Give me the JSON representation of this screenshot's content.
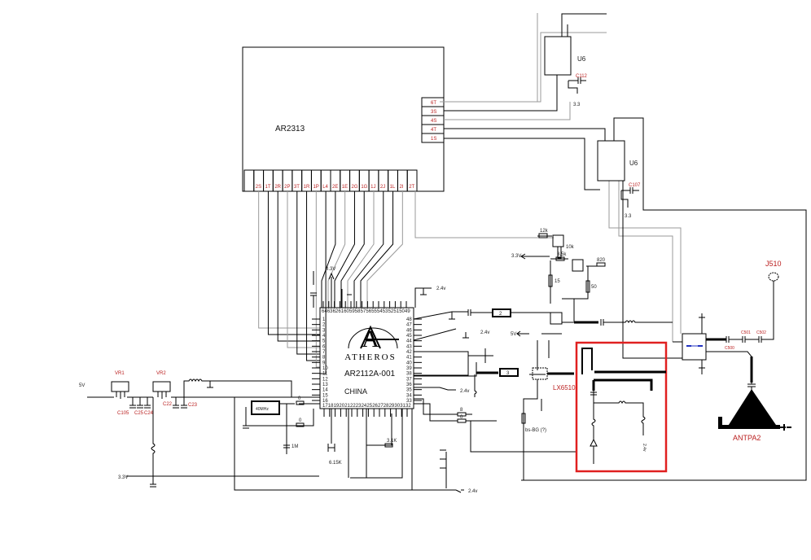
{
  "ar2313": {
    "label": "AR2313",
    "right_pins": [
      "6T",
      "3S",
      "4S",
      "4T",
      "1S"
    ],
    "bottom_pins": [
      "",
      "2S",
      "1T",
      "2R",
      "2P",
      "3T",
      "1R",
      "1P",
      "L4",
      "2E",
      "1E",
      "2G",
      "1G",
      "1J",
      "2J",
      "1L",
      "2I",
      "2T"
    ]
  },
  "ar2112": {
    "logo_letter": "A",
    "brand": "ATHEROS",
    "part": "AR2112A-001",
    "origin": "CHINA",
    "left_pins": [
      "1",
      "2",
      "3",
      "4",
      "5",
      "6",
      "7",
      "8",
      "9",
      "10",
      "11",
      "12",
      "13",
      "14",
      "15",
      "16"
    ],
    "right_pins": [
      "48",
      "47",
      "46",
      "45",
      "44",
      "43",
      "42",
      "41",
      "40",
      "39",
      "38",
      "37",
      "36",
      "35",
      "34",
      "33"
    ],
    "top_pins": [
      "64",
      "63",
      "62",
      "61",
      "60",
      "59",
      "58",
      "57",
      "56",
      "55",
      "54",
      "53",
      "52",
      "51",
      "50",
      "49"
    ],
    "bottom_pins": [
      "17",
      "18",
      "19",
      "20",
      "21",
      "22",
      "23",
      "24",
      "25",
      "26",
      "27",
      "28",
      "29",
      "30",
      "31",
      "32"
    ]
  },
  "u6_top": {
    "label": "U6",
    "cap": "C112",
    "gnd": "3.3"
  },
  "u6_bottom": {
    "label": "U6",
    "cap": "C107",
    "gnd": "3.3"
  },
  "power": {
    "input": "5V",
    "vr1": "VR1",
    "vr2": "VR2",
    "caps": [
      "C105",
      "C25",
      "C24"
    ],
    "c22": "C22",
    "c23": "C23",
    "rail": "3.3V"
  },
  "nets": {
    "v33_top": "3.3V",
    "v33_rf": "3.3V",
    "v24_a": "2.4v",
    "v24_b": "2.4v",
    "v24_c": "2.4v",
    "v24_d": "2.4v",
    "v5": "5V"
  },
  "parts": {
    "crystal": "40MHz",
    "r0a": "0",
    "r0b": "0",
    "r31k": "3.1K",
    "r615k": "6.15K",
    "c1m": "1M",
    "r10k": "10k",
    "r35k": "3.5k",
    "r15": "15",
    "r820": "820",
    "r50": "50",
    "r12k": "12k",
    "lp2": "2",
    "lp3": "3",
    "r8": "8",
    "r0c": "0",
    "note": "bs-BG (?)"
  },
  "rf": {
    "pa": "LX6510",
    "connector": "J510",
    "antenna": "ANTPA2",
    "c500": "C500",
    "c501": "C501",
    "c502": "C502"
  },
  "highlight_color": "#e02020"
}
